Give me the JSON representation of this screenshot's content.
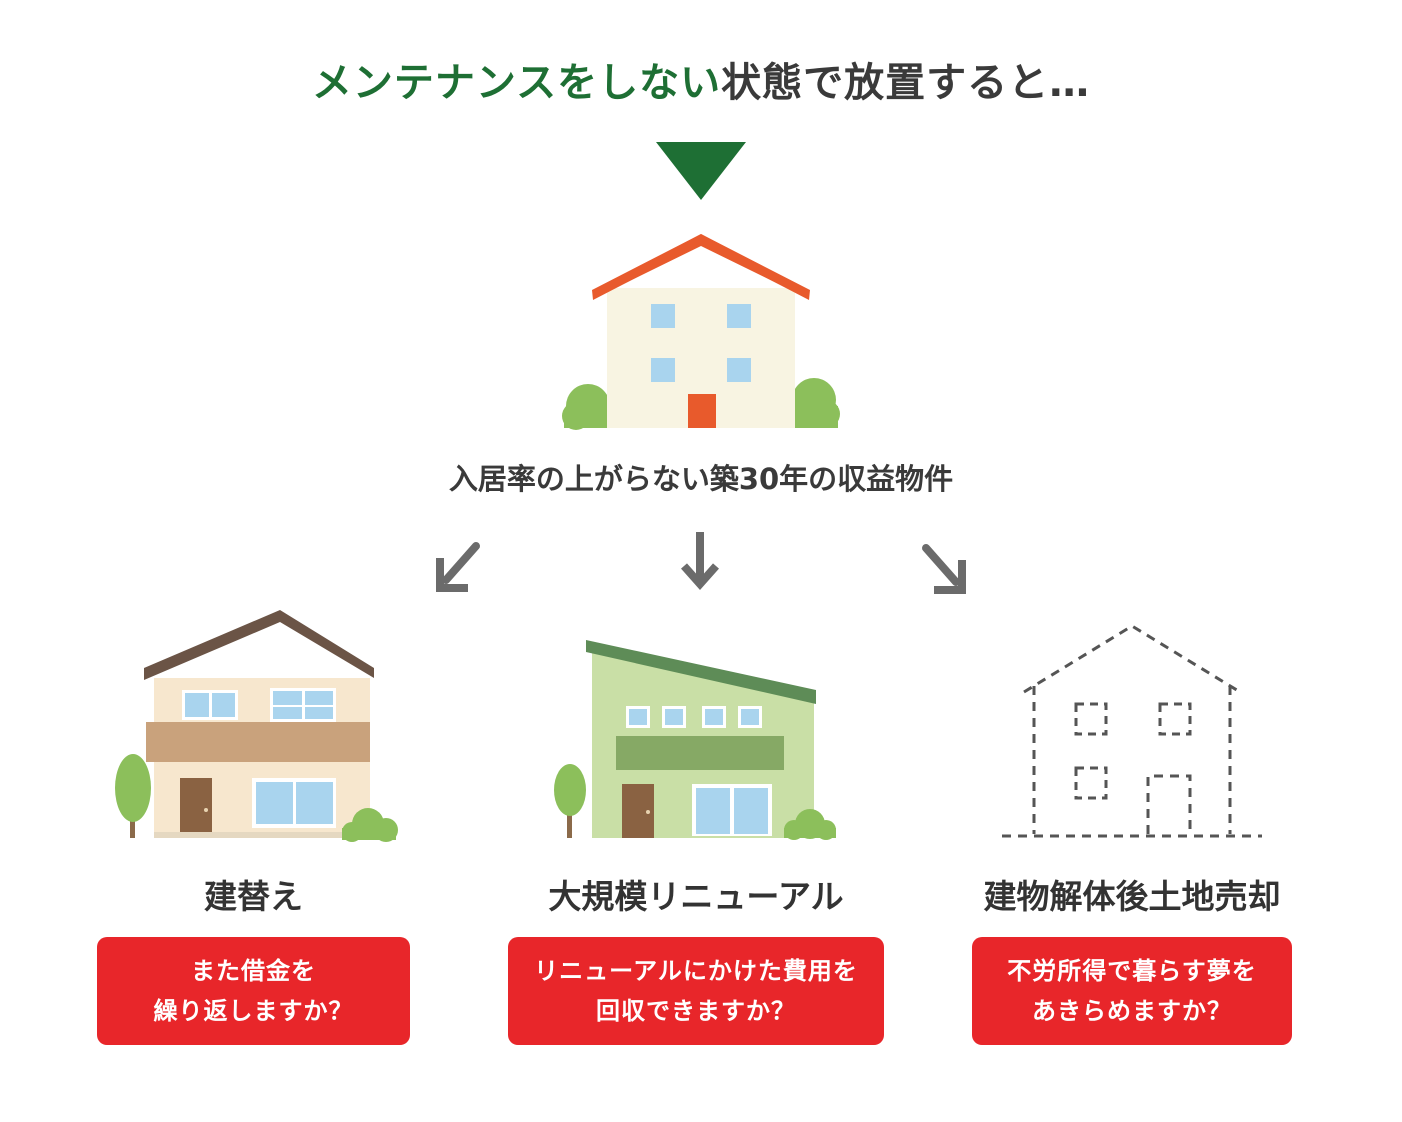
{
  "headline": {
    "green_part": "メンテナンスをしない",
    "dark_part": "状態で放置すると…"
  },
  "center_property": {
    "label": "入居率の上がらない築30年の収益物件"
  },
  "options": [
    {
      "title": "建替え",
      "question_lines": [
        "また借金を",
        "繰り返しますか？"
      ]
    },
    {
      "title": "大規模リニューアル",
      "question_lines": [
        "リニューアルにかけた費用を",
        "回収できますか？"
      ]
    },
    {
      "title": "建物解体後土地売却",
      "question_lines": [
        "不労所得で暮らす夢を",
        "あきらめますか？"
      ]
    }
  ],
  "colors": {
    "accent_green": "#1e6f34",
    "question_red": "#e8262a",
    "roof_orange": "#e85a2c",
    "arrow_gray": "#6b6b6b"
  }
}
